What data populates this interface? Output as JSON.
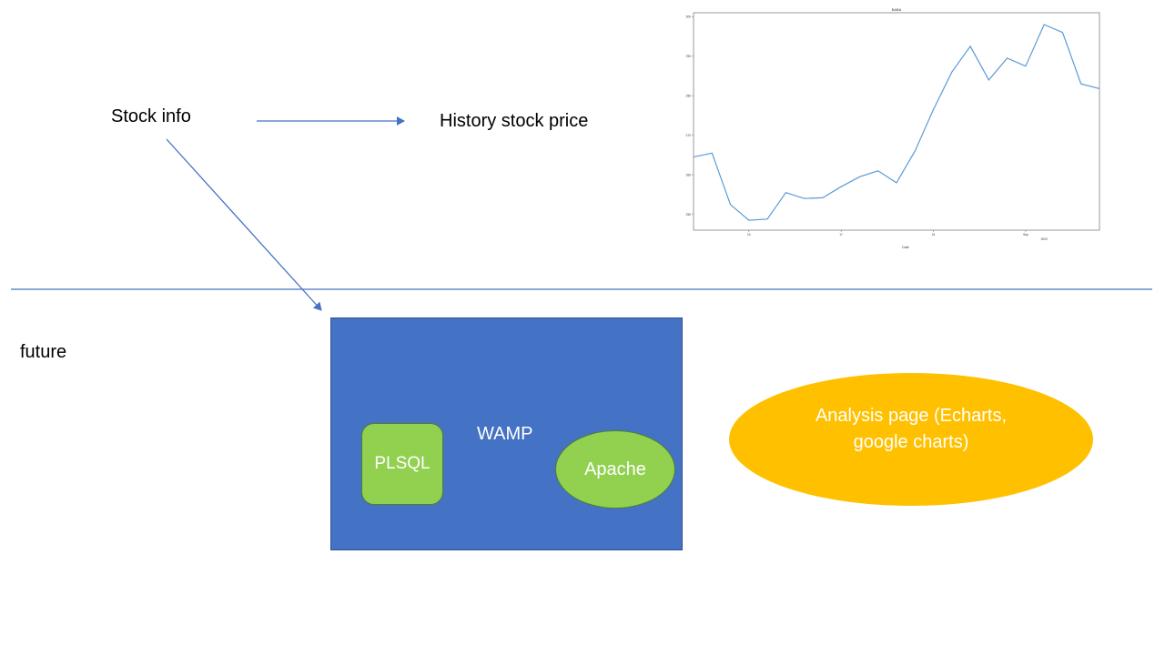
{
  "labels": {
    "stock_info": "Stock info",
    "history_stock_price": "History stock price",
    "future": "future",
    "wamp": "WAMP",
    "plsql": "PLSQL",
    "apache": "Apache",
    "analysis_page": "Analysis page (Echarts, google charts)"
  },
  "colors": {
    "arrow": "#4472c4",
    "wamp_fill": "#4472c4",
    "component_fill": "#92d050",
    "analysis_fill": "#ffc000",
    "chart_line": "#5b9bd5"
  },
  "chart_data": {
    "type": "line",
    "title": "BABA",
    "xlabel": "Date",
    "ylabel": "",
    "x_tick_labels": [
      "10",
      "17",
      "24",
      "Sep",
      "2020"
    ],
    "y_tick_labels": [
      "250",
      "260",
      "270",
      "280",
      "290",
      "300"
    ],
    "ylim": [
      246,
      301
    ],
    "grid": false,
    "series": [
      {
        "values": [
          264.5,
          265.5,
          252.5,
          248.5,
          248.8,
          255.5,
          254.0,
          254.2,
          257.0,
          259.5,
          261.0,
          258.0,
          266.0,
          276.5,
          286.0,
          292.5,
          284.0,
          289.5,
          287.5,
          298.0,
          296.0,
          283.0,
          281.8
        ]
      }
    ]
  }
}
